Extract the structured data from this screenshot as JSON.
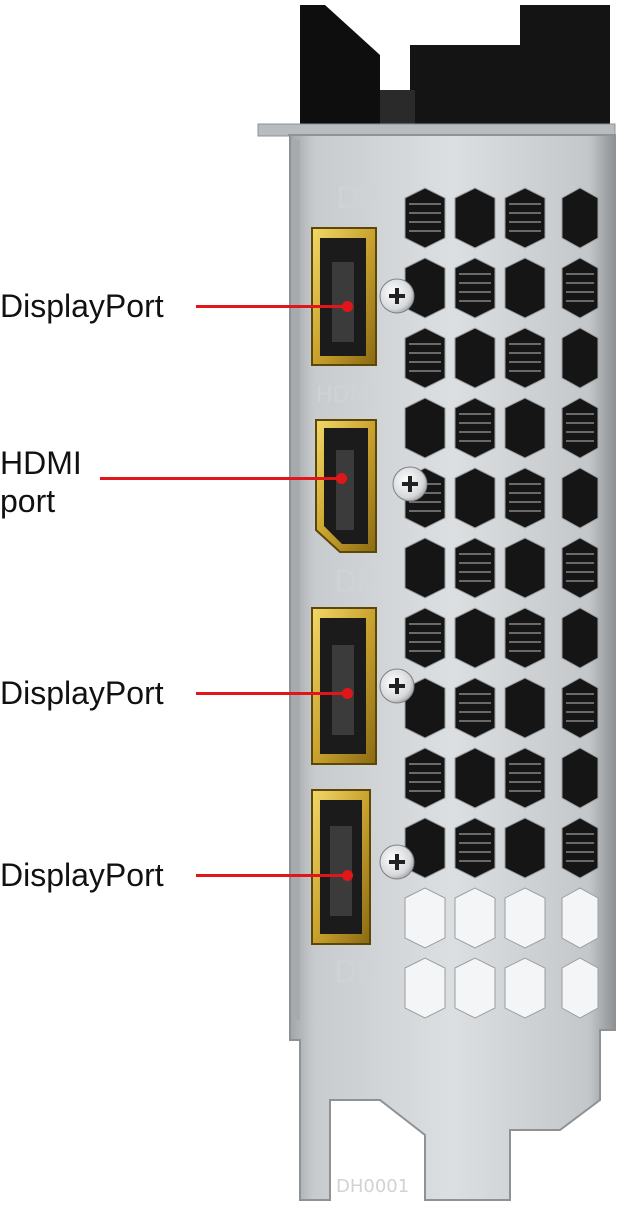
{
  "bracket": {
    "labels": [
      "DP",
      "HDMI",
      "DP",
      "DP"
    ],
    "part_code": "DH0001"
  },
  "callouts": [
    {
      "id": "dp1",
      "lines": [
        "DisplayPort"
      ]
    },
    {
      "id": "hdmi",
      "lines": [
        "HDMI",
        "port"
      ]
    },
    {
      "id": "dp2",
      "lines": [
        "DisplayPort"
      ]
    },
    {
      "id": "dp3",
      "lines": [
        "DisplayPort"
      ]
    }
  ],
  "colors": {
    "leader": "#e0161b",
    "bracket": "#c9ccce",
    "port_gold": "#d9b640",
    "heatsink": "#111111"
  }
}
